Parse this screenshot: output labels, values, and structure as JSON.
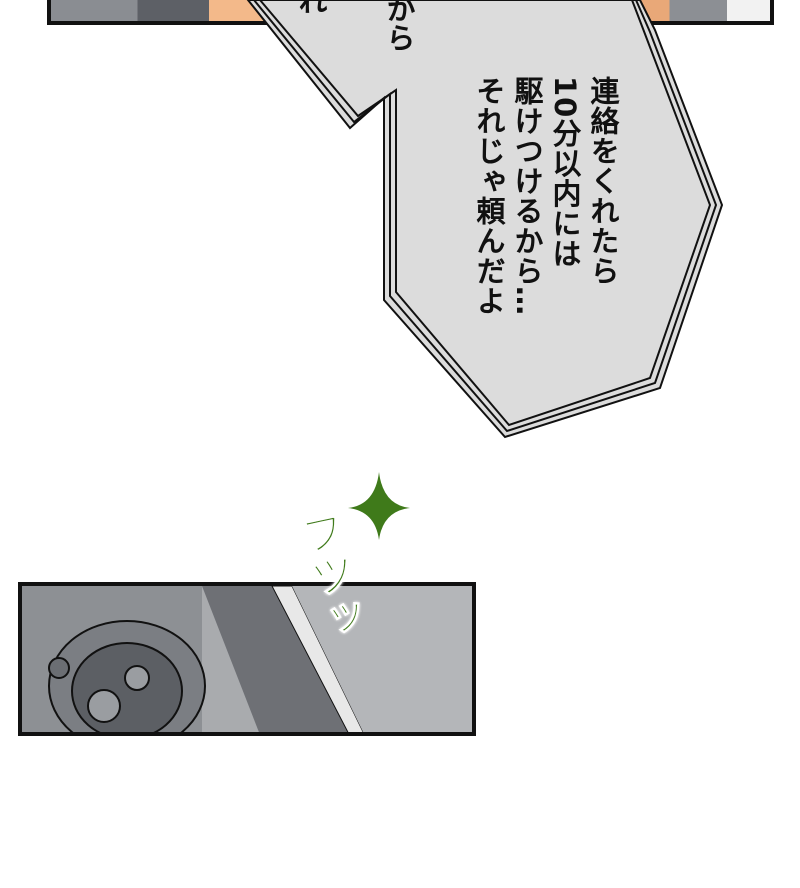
{
  "speech_bubble": {
    "lines": [
      "連絡をくれたら",
      "10分以内には",
      "駆けつけるから…",
      "それじゃ頼んだよ"
    ]
  },
  "top_fragments": {
    "col1": "から",
    "col2": "れ"
  },
  "sfx": {
    "text": "プツッ",
    "color": "#3f7a1a"
  },
  "colors": {
    "bubble_fill": "#dcdcdc",
    "panel_border": "#111111"
  }
}
